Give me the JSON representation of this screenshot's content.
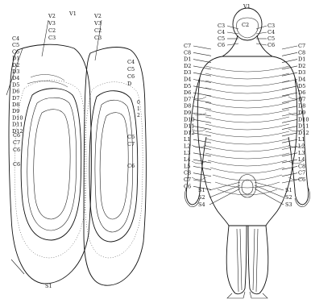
{
  "panels": {
    "left_sections": {
      "top_labels_a": [
        "V2",
        "V3",
        "C2",
        "C3"
      ],
      "top_label_v1": "V1",
      "top_labels_b": [
        "V2",
        "V3",
        "C2",
        "C3"
      ],
      "side_labels": [
        "C4",
        "C5",
        "C6",
        "D1",
        "D2",
        "D3",
        "D4",
        "D5",
        "D6",
        "D7",
        "D8",
        "D9",
        "D10",
        "D11",
        "D12"
      ],
      "lower_labels": [
        "C6",
        "C7",
        "C6",
        "C6"
      ],
      "right_side_labels": [
        "C4",
        "C5",
        "C6",
        "D"
      ],
      "right_margin_digits": [
        "0",
        "1",
        "2"
      ],
      "mid_labels": [
        "C6",
        "C7",
        "C6"
      ],
      "bottom_label": "S1"
    },
    "body_figure": {
      "top_label": "V1",
      "head_labels_left": [
        "C3",
        "C4",
        "C5",
        "C6"
      ],
      "head_labels_right": [
        "C3",
        "C4",
        "C5",
        "C6"
      ],
      "head_center": "C2",
      "left_labels": [
        "C7",
        "C8",
        "D1",
        "D2",
        "D3",
        "D4",
        "D5",
        "D6",
        "D7",
        "D8",
        "D9",
        "D10",
        "D11",
        "D12",
        "L1",
        "L2",
        "L3",
        "L4",
        "L5",
        "C8",
        "C7",
        "C6"
      ],
      "right_labels": [
        "C7",
        "C8",
        "D1",
        "D2",
        "D3",
        "D4",
        "D5",
        "D6",
        "D7",
        "D8",
        "D9",
        "D10",
        "D11",
        "D12",
        "L1",
        "L2",
        "L3",
        "L4",
        "C8",
        "C7",
        "C6"
      ],
      "sacral_left": [
        "S1",
        "S2",
        "S4"
      ],
      "sacral_right": [
        "S1",
        "S2",
        "S3"
      ]
    }
  }
}
